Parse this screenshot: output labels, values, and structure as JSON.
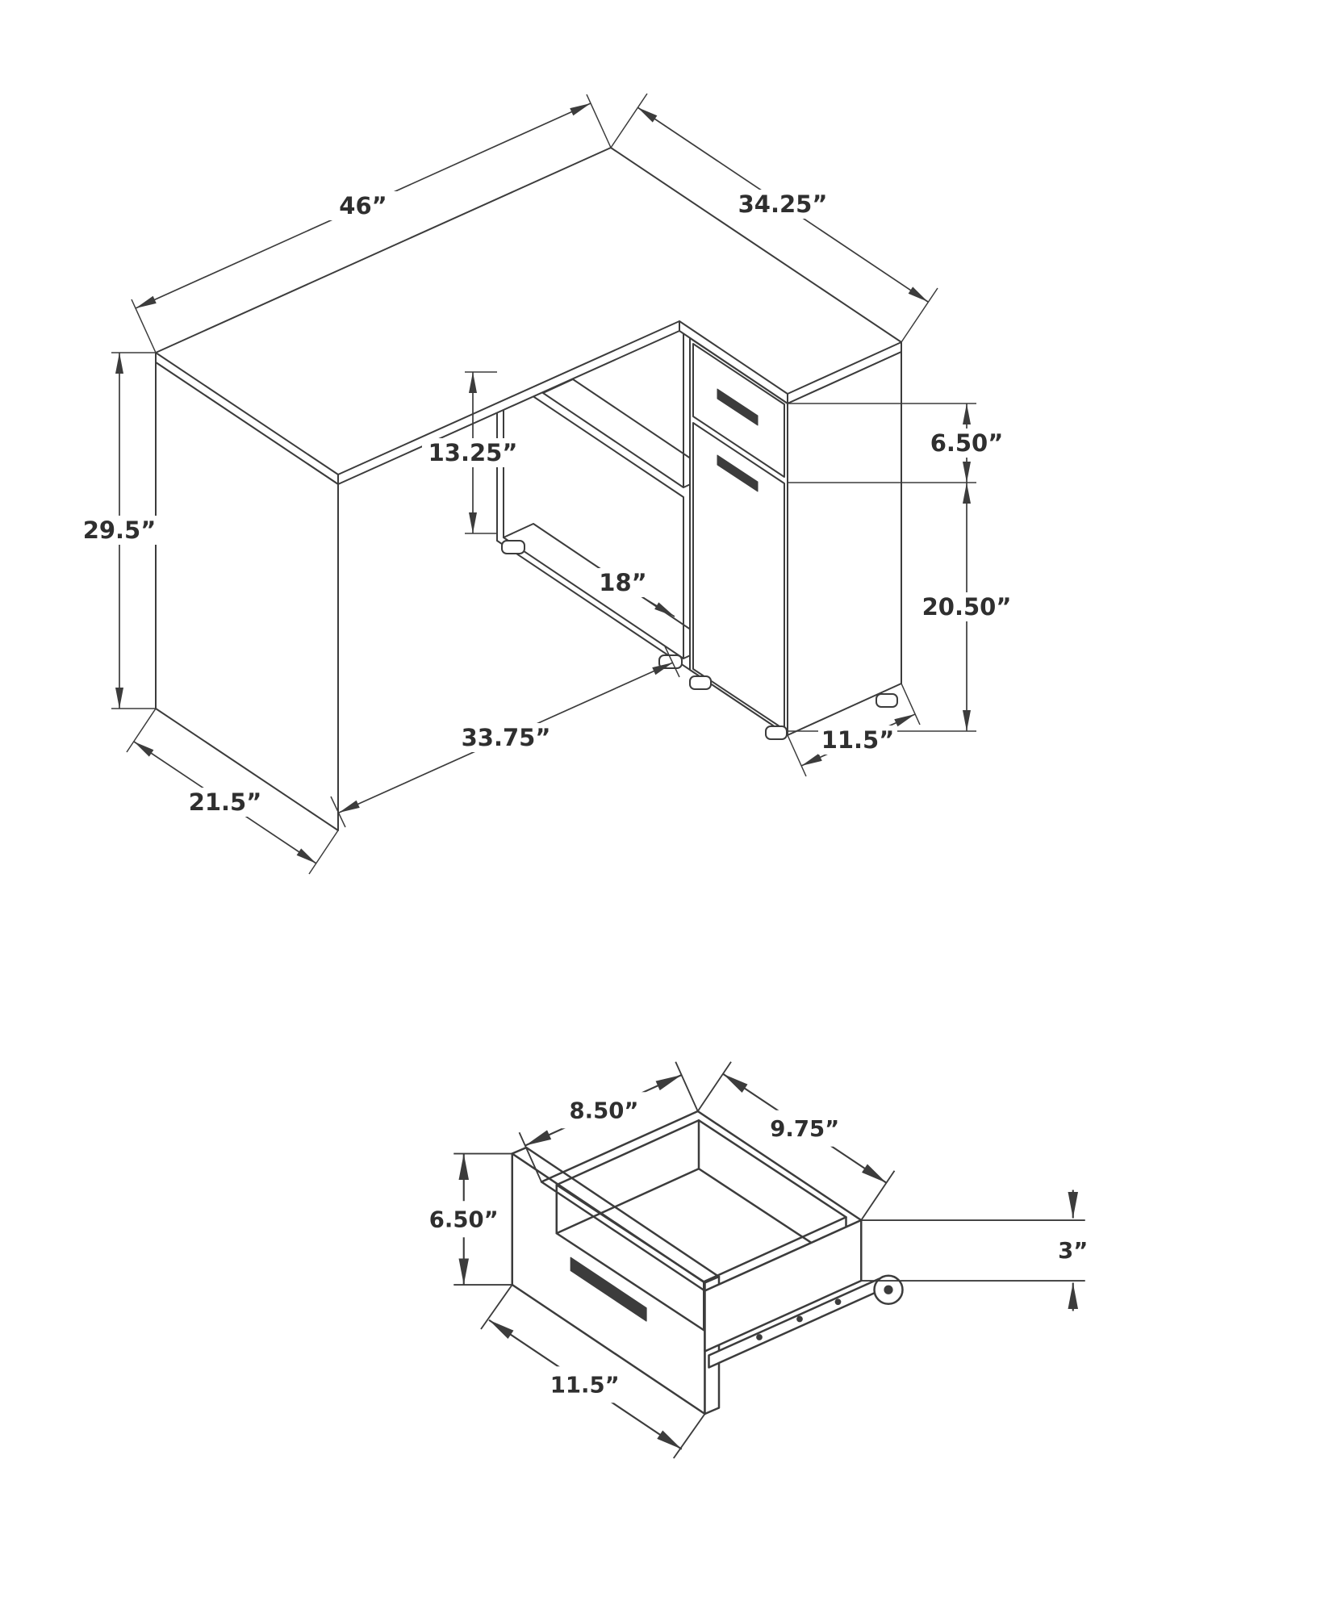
{
  "diagram": {
    "kind": "furniture dimension line drawing",
    "subject": "L-shaped corner desk with open shelves, storage cabinet and pull-out drawer detail",
    "background": "#ffffff"
  },
  "colors": {
    "line": "#3c3c3c",
    "label_text": "#2f2f2f",
    "label_background": "#ffffff"
  },
  "dims": {
    "desk_width": "46”",
    "desk_depth": "34.25”",
    "desk_height": "29.5”",
    "panel_depth": "21.5”",
    "front_span": "33.75”",
    "shelf_opening_height": "13.25”",
    "shelf_width": "18”",
    "drawer_front_height": "6.50”",
    "door_height": "20.50”",
    "cabinet_width": "11.5”",
    "drawer_inner_depth": "8.50”",
    "drawer_inner_width": "9.75”",
    "drawer_panel_height": "6.50”",
    "drawer_side_height": "3”",
    "drawer_front_width": "11.5”"
  }
}
